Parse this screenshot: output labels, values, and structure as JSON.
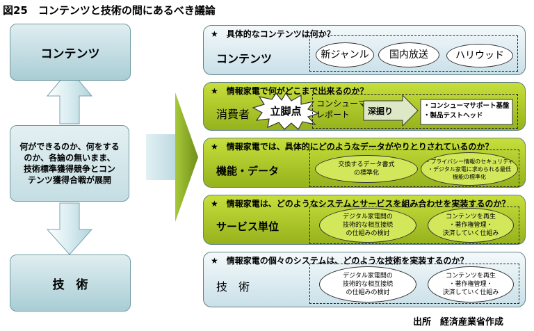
{
  "title": "図25　コンテンツと技術の間にあるべき議論",
  "left": {
    "top": "コンテンツ",
    "middle_lines": [
      "何ができるのか、何をする",
      "のか、各論の無いまま、",
      "技術標準獲得競争とコン",
      "テンツ獲得合戦が展開"
    ],
    "bottom": "技　術"
  },
  "panels": [
    {
      "question": "★　具体的なコンテンツは何か？",
      "category": "コンテンツ",
      "ovals": [
        "新ジャンル",
        "国内放送",
        "ハリウッド"
      ]
    },
    {
      "question": "★　情報家電で何がどこまで出来るのか？",
      "category": "消費者",
      "burst": "立脚点",
      "report_lines": [
        "コンシューマ",
        "レポート"
      ],
      "deep": "深掘り",
      "items": [
        "・コンシューマサポート基盤",
        "・製品テストヘッド"
      ]
    },
    {
      "question": "★　情報家電では、具体的にどのようなデータがやりとりされているのか？",
      "category": "機能・データ",
      "ovals": [
        [
          "交換するデータ書式",
          "の標準化"
        ],
        [
          "・プライバシー情報のセキュリティ",
          "・デジタル家電に求められる最低",
          "機能の標準化"
        ]
      ]
    },
    {
      "question": "★　情報家電は、どのようなシステムとサービスを組み合わせを実装するのか？",
      "category": "サービス単位",
      "ovals": [
        [
          "デジタル家電間の",
          "技術的な相互接続",
          "の仕組みの検討"
        ],
        [
          "コンテンツを再生",
          "・著作権管理・",
          "決済していく仕組み"
        ]
      ]
    },
    {
      "question": "★　情報家電の個々のシステムは、どのような技術を実装するのか？",
      "category": "技　術",
      "ovals": [
        [
          "デジタル家電間の",
          "技術的な相互接続",
          "の仕組みの検討"
        ],
        [
          "コンテンツを再生",
          "・著作権管理・",
          "決済していく仕組み"
        ]
      ]
    }
  ],
  "source": "出所　経済産業省作成",
  "colors": {
    "green_top": "#c6df3c",
    "green_bottom": "#96b21c",
    "blue_top": "#dfeef1",
    "blue_bottom": "#a9cdd5",
    "arrow": "#c8e2e8"
  }
}
